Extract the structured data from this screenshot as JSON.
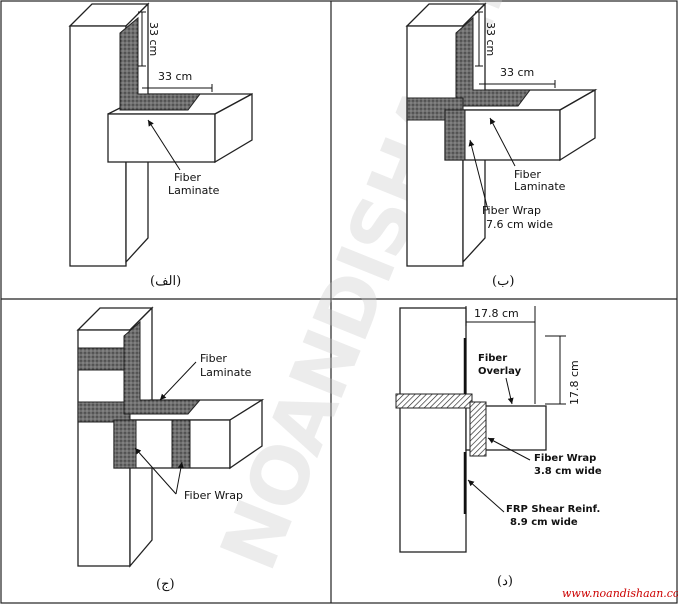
{
  "panels": {
    "a": {
      "caption": "(الف)",
      "dim_vertical": "33 cm",
      "dim_horizontal": "33 cm",
      "label_laminate": [
        "Fiber",
        "Laminate"
      ]
    },
    "b": {
      "caption": "(ب)",
      "dim_vertical": "33 cm",
      "dim_horizontal": "33 cm",
      "label_laminate": [
        "Fiber",
        "Laminate"
      ],
      "label_wrap": [
        "Fiber Wrap",
        "7.6 cm wide"
      ]
    },
    "c": {
      "caption": "(ج)",
      "label_laminate": [
        "Fiber",
        "Laminate"
      ],
      "label_wrap": "Fiber Wrap"
    },
    "d": {
      "caption": "(د)",
      "dim_top": "17.8 cm",
      "dim_side": "17.8 cm",
      "label_overlay": [
        "Fiber",
        "Overlay"
      ],
      "label_wrap": [
        "Fiber Wrap",
        "3.8 cm wide"
      ],
      "label_shear": [
        "FRP Shear Reinf.",
        "8.9 cm wide"
      ]
    }
  },
  "watermark": {
    "text": "NOANDISHAN.IR",
    "url": "www.noandishaan.com"
  }
}
